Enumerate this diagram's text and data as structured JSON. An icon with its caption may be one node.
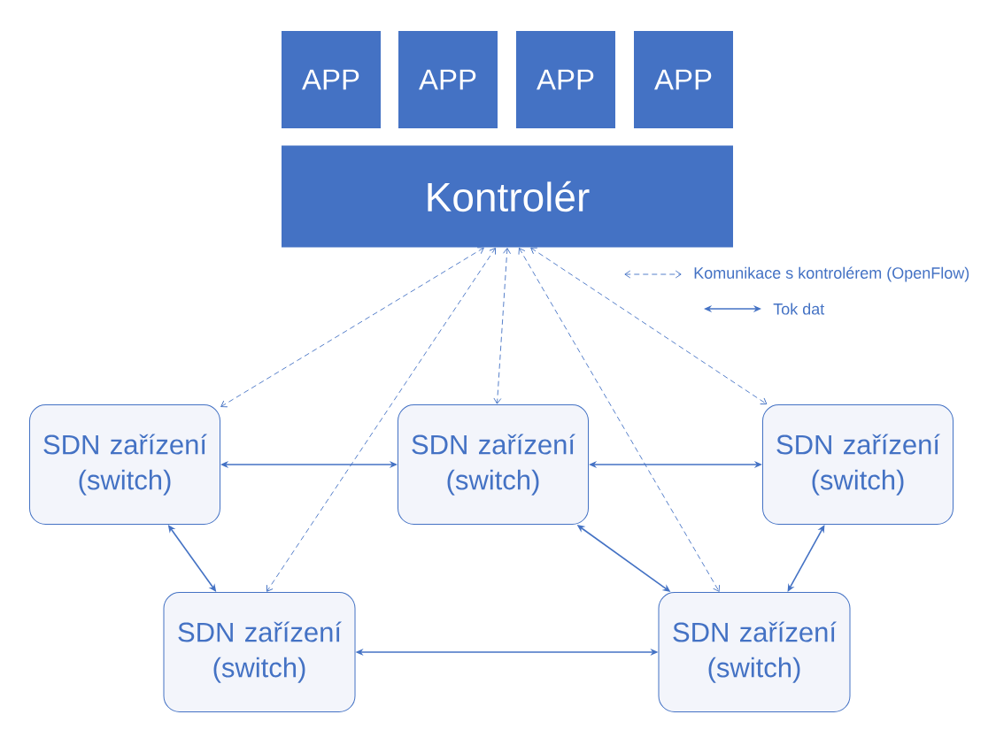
{
  "diagram": {
    "nodes": [
      {
        "text": [
          "APP"
        ]
      },
      {
        "text": [
          "APP"
        ]
      },
      {
        "text": [
          "APP"
        ]
      },
      {
        "text": [
          "APP"
        ]
      },
      {
        "text": [
          "Kontrolér"
        ]
      },
      {
        "text": [
          "SDN zařízení (switch)"
        ]
      },
      {
        "text": [
          "SDN zařízení (switch)"
        ]
      },
      {
        "text": [
          "SDN zařízení (switch)"
        ]
      },
      {
        "text": [
          "SDN zařízení (switch)"
        ]
      },
      {
        "text": [
          "SDN zařízení (switch)"
        ]
      }
    ],
    "edges": [
      {
        "from": 4,
        "to": 5,
        "arrow": "both",
        "style": "dashed"
      },
      {
        "from": 4,
        "to": 8,
        "arrow": "both",
        "style": "dashed"
      },
      {
        "from": 4,
        "to": 6,
        "arrow": "both",
        "style": "dashed"
      },
      {
        "from": 4,
        "to": 9,
        "arrow": "both",
        "style": "dashed"
      },
      {
        "from": 4,
        "to": 7,
        "arrow": "both",
        "style": "dashed"
      },
      {
        "from": 5,
        "to": 6,
        "arrow": "both"
      },
      {
        "from": 6,
        "to": 7,
        "arrow": "both"
      },
      {
        "from": 5,
        "to": 8,
        "arrow": "both"
      },
      {
        "from": 6,
        "to": 9,
        "arrow": "both"
      },
      {
        "from": 7,
        "to": 9,
        "arrow": "both"
      },
      {
        "from": 8,
        "to": 9,
        "arrow": "both"
      }
    ],
    "legend": [
      {
        "text": "Komunikace s kontrolérem (OpenFlow)"
      },
      {
        "text": "Tok dat"
      }
    ]
  }
}
